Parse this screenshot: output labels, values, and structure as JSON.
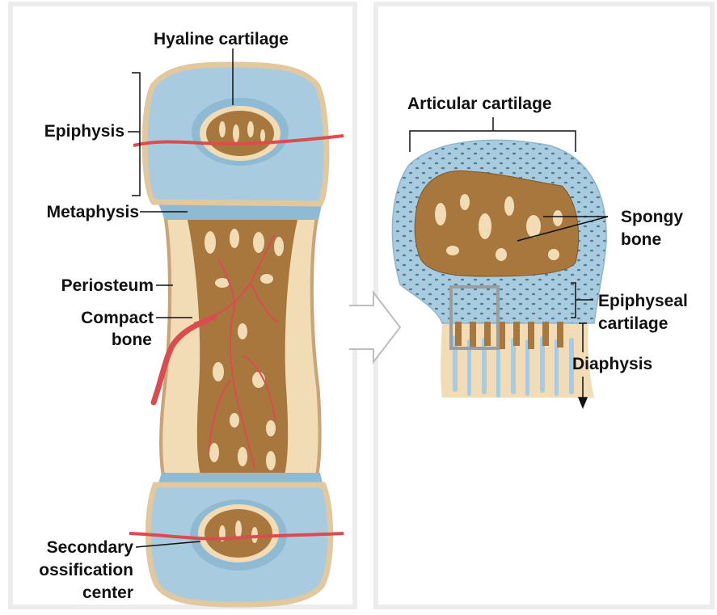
{
  "labels": {
    "hyaline_cartilage": "Hyaline cartilage",
    "epiphysis": "Epiphysis",
    "metaphysis": "Metaphysis",
    "periosteum": "Periosteum",
    "compact_bone_1": "Compact",
    "compact_bone_2": "bone",
    "secondary_ossification_1": "Secondary",
    "secondary_ossification_2": "ossification",
    "secondary_ossification_3": "center",
    "articular_cartilage": "Articular cartilage",
    "spongy_bone_1": "Spongy",
    "spongy_bone_2": "bone",
    "epiphyseal_cartilage_1": "Epiphyseal",
    "epiphyseal_cartilage_2": "cartilage",
    "diaphysis": "Diaphysis"
  },
  "colors": {
    "cartilage": "#a9cbe0",
    "cartilage_dark": "#7fb0cf",
    "bone_light": "#f1dcb5",
    "spongy_bone": "#a8773e",
    "vessel": "#d94d4f"
  }
}
